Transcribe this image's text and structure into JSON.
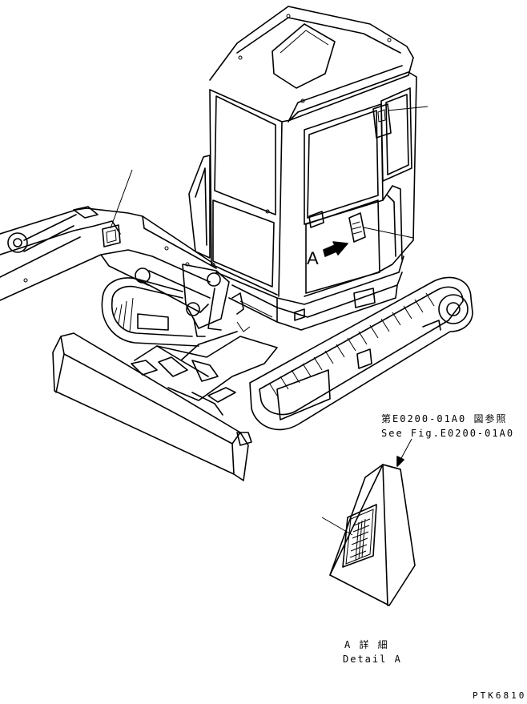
{
  "drawing": {
    "reference_jp": "第E0200-01A0 図参照",
    "reference_en": "See Fig.E0200-01A0",
    "view_letter": "A",
    "detail_jp": "A 詳 細",
    "detail_en": "Detail A",
    "drawing_number": "PTK6810"
  }
}
